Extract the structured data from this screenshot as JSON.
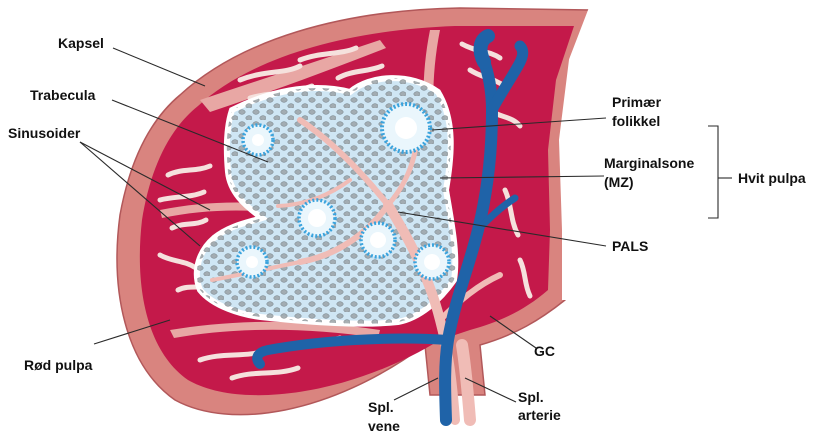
{
  "labels": {
    "kapsel": "Kapsel",
    "trabecula": "Trabecula",
    "sinusoider": "Sinusoider",
    "rod_pulpa": "Rød pulpa",
    "primaer_1": "Primær",
    "primaer_2": "folikkel",
    "marginal_1": "Marginalsone",
    "marginal_2": "(MZ)",
    "hvit_pulpa": "Hvit pulpa",
    "pals": "PALS",
    "gc": "GC",
    "spl_arterie_1": "Spl.",
    "spl_arterie_2": "arterie",
    "spl_vene_1": "Spl.",
    "spl_vene_2": "vene"
  },
  "colors": {
    "capsule": "#d9847f",
    "red_pulp": "#c4194a",
    "white_pulp": "#cfe6f4",
    "artery": "#f0bcb6",
    "vein": "#1f63a8",
    "follicle": "#3aa3dd",
    "sinusoid": "#f5e1dd"
  }
}
